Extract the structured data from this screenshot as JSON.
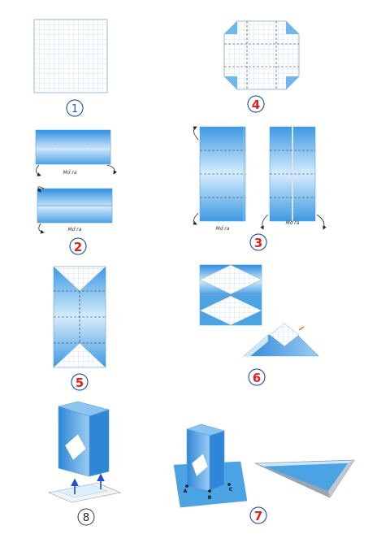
{
  "step_numbers": {
    "s1": "1",
    "s2": "2",
    "s3": "3",
    "s4": "4",
    "s5": "5",
    "s6": "6",
    "s7": "7",
    "s8": "8"
  },
  "captions": {
    "unfold_2a": "Mở ra",
    "unfold_2b": "Mở ra",
    "unfold_3a": "Mở ra",
    "unfold_3b": "Mở ra"
  },
  "point_labels": {
    "a": "A",
    "b": "B",
    "c": "C"
  },
  "colors": {
    "paper_blue": "#4aa3e3",
    "paper_light": "#dcefff",
    "grid": "#9cc3e6",
    "step_red": "#e02020",
    "step_blue": "#2a5db0",
    "arrow_blue": "#1e4fd6"
  }
}
